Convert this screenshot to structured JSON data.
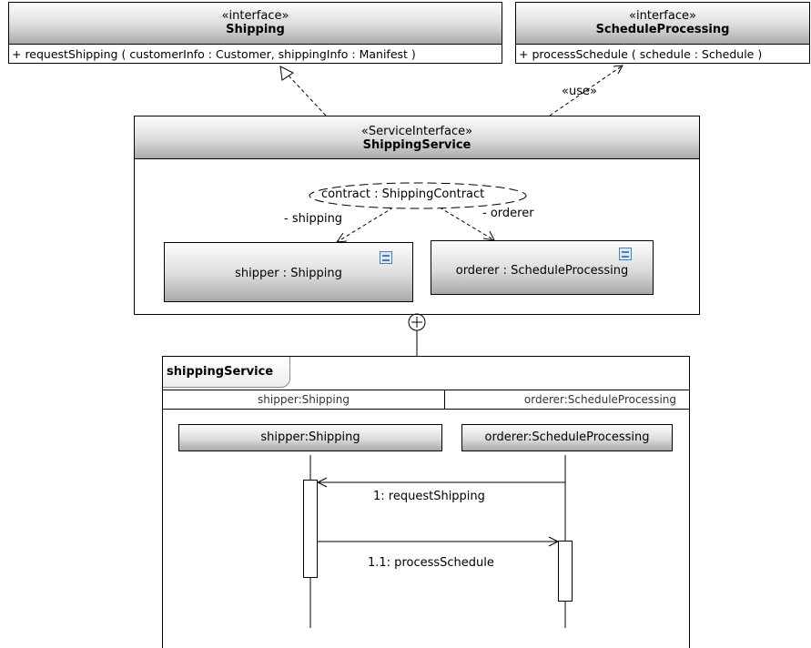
{
  "interfaces": {
    "shipping": {
      "stereotype": "«interface»",
      "name": "Shipping",
      "operation": "+ requestShipping ( customerInfo : Customer, shippingInfo : Manifest )"
    },
    "schedule_processing": {
      "stereotype": "«interface»",
      "name": "ScheduleProcessing",
      "operation": "+ processSchedule ( schedule : Schedule )"
    }
  },
  "use_label": "«use»",
  "service": {
    "stereotype": "«ServiceInterface»",
    "name": "ShippingService",
    "contract": "contract : ShippingContract",
    "role_shipping": "- shipping",
    "role_orderer": "- orderer",
    "part_shipper": "shipper : Shipping",
    "part_orderer": "orderer : ScheduleProcessing"
  },
  "interaction": {
    "name": "shippingService",
    "columns": [
      "shipper:Shipping",
      "orderer:ScheduleProcessing"
    ],
    "lifelines": [
      "shipper:Shipping",
      "orderer:ScheduleProcessing"
    ],
    "messages": [
      "1: requestShipping",
      "1.1: processSchedule"
    ]
  }
}
